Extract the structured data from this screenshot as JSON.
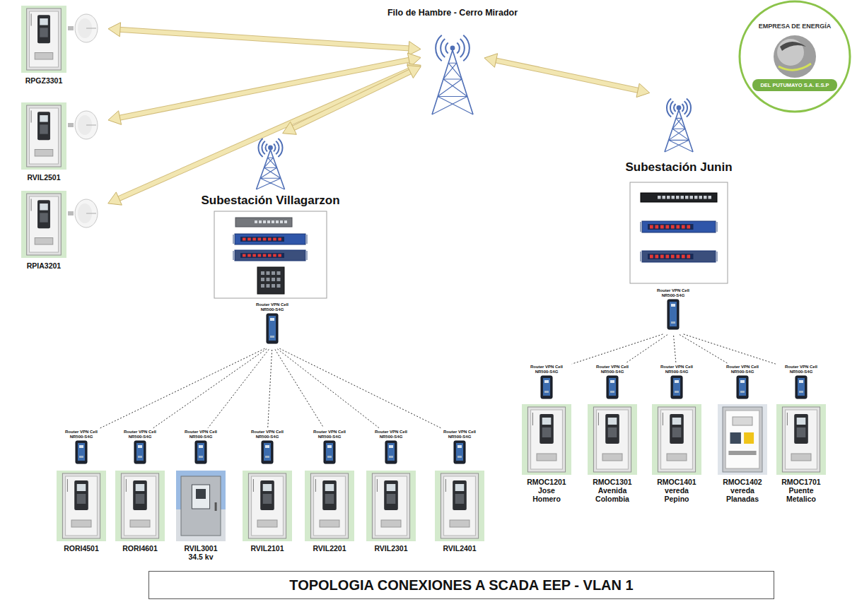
{
  "diagram": {
    "title": "TOPOLOGIA CONEXIONES A SCADA EEP - VLAN 1",
    "nodes": [
      {
        "text": [
          "Filo de Hambre - Cerro Mirador"
        ]
      },
      {
        "text": [
          "RPGZ3301"
        ]
      },
      {
        "text": [
          "RVIL2501"
        ]
      },
      {
        "text": [
          "RPIA3201"
        ]
      },
      {
        "text": [
          "Subestación Villagarzon"
        ]
      },
      {
        "text": [
          "Router VPN Cell NR500-S4G"
        ]
      },
      {
        "text": [
          "Subestación Junin"
        ]
      },
      {
        "text": [
          "Router VPN Cell NR500-S4G"
        ]
      },
      {
        "text": [
          "Router VPN Cell NR500-S4G"
        ]
      },
      {
        "text": [
          "Router VPN Cell NR500-S4G"
        ]
      },
      {
        "text": [
          "Router VPN Cell NR500-S4G"
        ]
      },
      {
        "text": [
          "Router VPN Cell NR500-S4G"
        ]
      },
      {
        "text": [
          "Router VPN Cell NR500-S4G"
        ]
      },
      {
        "text": [
          "Router VPN Cell NR500-S4G"
        ]
      },
      {
        "text": [
          "Router VPN Cell NR500-S4G"
        ]
      },
      {
        "text": [
          "RORI4501"
        ]
      },
      {
        "text": [
          "RORI4601"
        ]
      },
      {
        "text": [
          "RVIL3001 34.5 kv"
        ]
      },
      {
        "text": [
          "RVIL2101"
        ]
      },
      {
        "text": [
          "RVIL2201"
        ]
      },
      {
        "text": [
          "RVIL2301"
        ]
      },
      {
        "text": [
          "RVIL2401"
        ]
      },
      {
        "text": [
          "Router VPN Cell NR500-S4G"
        ]
      },
      {
        "text": [
          "Router VPN Cell NR500-S4G"
        ]
      },
      {
        "text": [
          "Router VPN Cell NR500-S4G"
        ]
      },
      {
        "text": [
          "Router VPN Cell NR500-S4G"
        ]
      },
      {
        "text": [
          "Router VPN Cell NR500-S4G"
        ]
      },
      {
        "text": [
          "RMOC1201 Jose Homero"
        ]
      },
      {
        "text": [
          "RMOC1301 Avenida Colombia"
        ]
      },
      {
        "text": [
          "RMOC1401 vereda Pepino"
        ]
      },
      {
        "text": [
          "RMOC1402 vereda Planadas"
        ]
      },
      {
        "text": [
          "RMOC1701 Puente Metalico"
        ]
      }
    ],
    "edges": [
      {
        "from": 0,
        "to": 1,
        "arrow": "both"
      },
      {
        "from": 0,
        "to": 2,
        "arrow": "both"
      },
      {
        "from": 0,
        "to": 3,
        "arrow": "both"
      },
      {
        "from": 0,
        "to": 4,
        "arrow": "both"
      },
      {
        "from": 0,
        "to": 6,
        "arrow": "both"
      },
      {
        "from": 5,
        "to": 8,
        "arrow": "none"
      },
      {
        "from": 5,
        "to": 9,
        "arrow": "none"
      },
      {
        "from": 5,
        "to": 10,
        "arrow": "none"
      },
      {
        "from": 5,
        "to": 11,
        "arrow": "none"
      },
      {
        "from": 5,
        "to": 12,
        "arrow": "none"
      },
      {
        "from": 5,
        "to": 13,
        "arrow": "none"
      },
      {
        "from": 5,
        "to": 14,
        "arrow": "none"
      },
      {
        "from": 7,
        "to": 22,
        "arrow": "none"
      },
      {
        "from": 7,
        "to": 23,
        "arrow": "none"
      },
      {
        "from": 7,
        "to": 24,
        "arrow": "none"
      },
      {
        "from": 7,
        "to": 25,
        "arrow": "none"
      },
      {
        "from": 7,
        "to": 26,
        "arrow": "none"
      }
    ],
    "labels": [
      "EMPRESA DE ENERGÍA",
      "DEL PUTUMAYO S.A. E.S.P"
    ]
  }
}
